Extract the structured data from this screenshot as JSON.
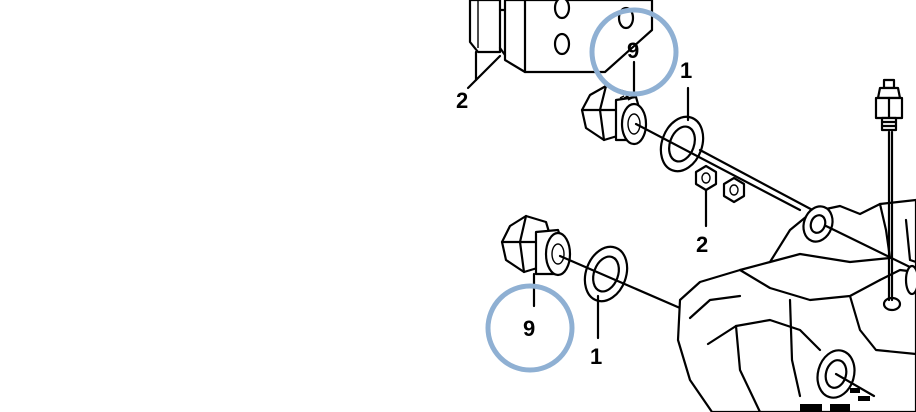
{
  "callouts": {
    "top_left_2": "2",
    "top_9": "9",
    "top_1": "1",
    "middle_2": "2",
    "bottom_9": "9",
    "bottom_1": "1"
  },
  "highlight_color": "#8fb0d3",
  "line_color": "#000000"
}
